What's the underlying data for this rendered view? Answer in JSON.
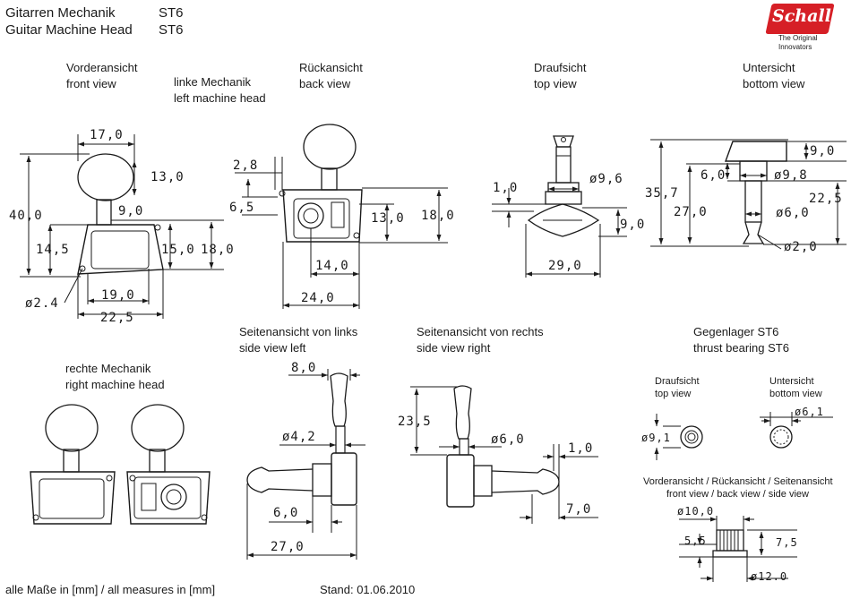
{
  "header": {
    "title_de": "Gitarren Mechanik",
    "title_en": "Guitar Machine Head",
    "model_1": "ST6",
    "model_2": "ST6",
    "brand": "Schaller",
    "brand_tagline": "The Original Innovators"
  },
  "views": {
    "front_de": "Vorderansicht",
    "front_en": "front view",
    "left_de": "linke Mechanik",
    "left_en": "left machine head",
    "back_de": "Rückansicht",
    "back_en": "back view",
    "top_de": "Draufsicht",
    "top_en": "top view",
    "bottom_de": "Untersicht",
    "bottom_en": "bottom view",
    "right_de": "rechte Mechanik",
    "right_en": "right machine head",
    "side_left_de": "Seitenansicht von links",
    "side_left_en": "side view left",
    "side_right_de": "Seitenansicht von rechts",
    "side_right_en": "side view right",
    "thrust_de": "Gegenlager ST6",
    "thrust_en": "thrust bearing ST6",
    "thrust_top_de": "Draufsicht",
    "thrust_top_en": "top view",
    "thrust_bottom_de": "Untersicht",
    "thrust_bottom_en": "bottom view",
    "thrust_front_de": "Vorderansicht / Rückansicht / Seitenansicht",
    "thrust_front_en": "front view / back view / side view"
  },
  "dimensions": {
    "front": {
      "w_top": "17,0",
      "h_knob": "13,0",
      "h_total": "40,0",
      "post": "9,0",
      "h_low": "14,5",
      "h_plate": "15,0",
      "h_body": "18,0",
      "hole": "ø2.4",
      "w_inner": "19,0",
      "w_outer": "22,5"
    },
    "back": {
      "offset": "2,8",
      "hole_y": "6,5",
      "h_mid": "13,0",
      "h_body": "18,0",
      "w_inner": "14,0",
      "w_outer": "24,0"
    },
    "top": {
      "gap": "1,0",
      "diam": "ø9,6",
      "h": "9,0",
      "w": "29,0"
    },
    "bottom": {
      "h_top": "9,0",
      "step": "6,0",
      "diam": "ø9,8",
      "h_total": "35,7",
      "h_mid": "22,5",
      "h_low": "27,0",
      "diam_post": "ø6,0",
      "diam_hole": "ø2,0"
    },
    "side_left": {
      "w_top": "8,0",
      "diam": "ø4,2",
      "post": "6,0",
      "w": "27,0"
    },
    "side_right": {
      "h": "23,5",
      "diam": "ø6,0",
      "gap": "1,0",
      "post": "7,0"
    },
    "thrust": {
      "top_d": "ø9,1",
      "bottom_d": "ø6,1",
      "d10": "ø10,0",
      "h1": "5,5",
      "h2": "7,5",
      "d12": "ø12.0"
    }
  },
  "footer": {
    "units": "alle Maße in [mm] / all measures in [mm]",
    "date": "Stand: 01.06.2010"
  }
}
